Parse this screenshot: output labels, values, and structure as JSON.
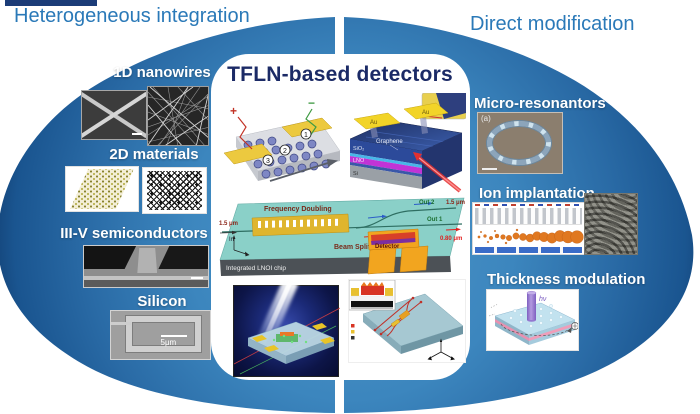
{
  "headings": {
    "left": "Heterogeneous integration",
    "right": "Direct modification"
  },
  "center": {
    "title": "TFLN-based detectors",
    "photoconductor": {
      "plus": "+",
      "minus": "−",
      "n1": "1",
      "n2": "2",
      "n3": "3"
    },
    "graphene_device": {
      "au_left": "Au",
      "au_right": "Au",
      "graphene": "Graphene",
      "sio2": "SiO₂",
      "lno": "LNO",
      "si": "Si"
    },
    "chip": {
      "frequency": "Frequency Doubling",
      "in_wl": "1.5 μm",
      "in_label": "In",
      "splitter": "Beam Splitter",
      "detector": "Detector",
      "out2": "Out 2",
      "out2_wl": "1.5 μm",
      "out1": "Out 1",
      "out1_wl": "0.80 μm",
      "base": "Integrated LNOI chip"
    }
  },
  "left_items": [
    {
      "label": "1D nanowires"
    },
    {
      "label": "2D materials"
    },
    {
      "label": "III-V semiconductors"
    },
    {
      "label": "Silicon",
      "scalebar": "5μm"
    }
  ],
  "right_items": [
    {
      "label": "Micro-resonantors",
      "corner": "(a)"
    },
    {
      "label": "Ion implantation"
    },
    {
      "label": "Thickness modulation",
      "annotation": "hν"
    }
  ],
  "colors": {
    "accent_heading": "#2a79b8",
    "title_navy": "#1b2a66",
    "lobe_light": "#4e95c9",
    "lobe_dark": "#123f72",
    "gold": "#ecc93f",
    "chip_teal": "#8ad0c8",
    "laser_red": "#e43030"
  }
}
